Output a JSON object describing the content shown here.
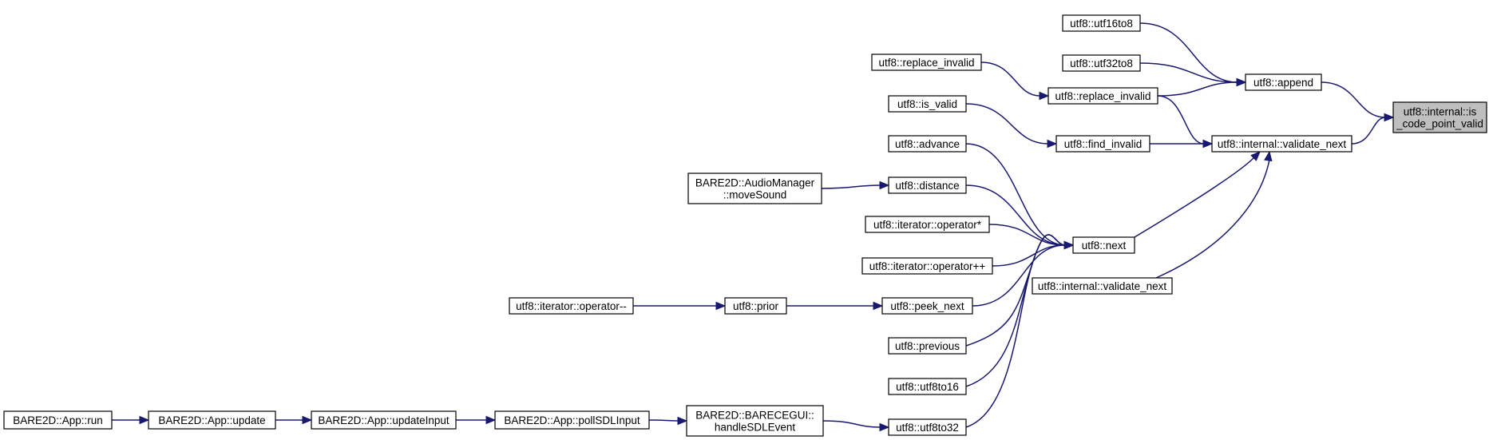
{
  "nodes": [
    {
      "id": "root",
      "lines": [
        "utf8::internal::is",
        "_code_point_valid"
      ],
      "root": true
    },
    {
      "id": "append",
      "lines": [
        "utf8::append"
      ]
    },
    {
      "id": "validate_next",
      "lines": [
        "utf8::internal::validate_next"
      ]
    },
    {
      "id": "utf16to8",
      "lines": [
        "utf8::utf16to8"
      ]
    },
    {
      "id": "utf32to8",
      "lines": [
        "utf8::utf32to8"
      ]
    },
    {
      "id": "replace_invalid_1",
      "lines": [
        "utf8::replace_invalid"
      ]
    },
    {
      "id": "replace_invalid_2",
      "lines": [
        "utf8::replace_invalid"
      ]
    },
    {
      "id": "find_invalid",
      "lines": [
        "utf8::find_invalid"
      ]
    },
    {
      "id": "is_valid",
      "lines": [
        "utf8::is_valid"
      ]
    },
    {
      "id": "next",
      "lines": [
        "utf8::next"
      ]
    },
    {
      "id": "validate_next_2",
      "lines": [
        "utf8::internal::validate_next"
      ]
    },
    {
      "id": "advance",
      "lines": [
        "utf8::advance"
      ]
    },
    {
      "id": "distance",
      "lines": [
        "utf8::distance"
      ]
    },
    {
      "id": "moveSound",
      "lines": [
        "BARE2D::AudioManager",
        "::moveSound"
      ]
    },
    {
      "id": "iter_deref",
      "lines": [
        "utf8::iterator::operator*"
      ]
    },
    {
      "id": "iter_inc",
      "lines": [
        "utf8::iterator::operator++"
      ]
    },
    {
      "id": "peek_next",
      "lines": [
        "utf8::peek_next"
      ]
    },
    {
      "id": "prior",
      "lines": [
        "utf8::prior"
      ]
    },
    {
      "id": "iter_dec",
      "lines": [
        "utf8::iterator::operator--"
      ]
    },
    {
      "id": "previous",
      "lines": [
        "utf8::previous"
      ]
    },
    {
      "id": "utf8to16",
      "lines": [
        "utf8::utf8to16"
      ]
    },
    {
      "id": "utf8to32",
      "lines": [
        "utf8::utf8to32"
      ]
    },
    {
      "id": "handleSDLEvent",
      "lines": [
        "BARE2D::BARECEGUI::",
        "handleSDLEvent"
      ]
    },
    {
      "id": "pollSDLInput",
      "lines": [
        "BARE2D::App::pollSDLInput"
      ]
    },
    {
      "id": "updateInput",
      "lines": [
        "BARE2D::App::updateInput"
      ]
    },
    {
      "id": "update",
      "lines": [
        "BARE2D::App::update"
      ]
    },
    {
      "id": "run",
      "lines": [
        "BARE2D::App::run"
      ]
    }
  ],
  "edges": [
    [
      "append",
      "root"
    ],
    [
      "validate_next",
      "root"
    ],
    [
      "utf16to8",
      "append"
    ],
    [
      "utf32to8",
      "append"
    ],
    [
      "replace_invalid_1",
      "append"
    ],
    [
      "replace_invalid_2",
      "replace_invalid_1"
    ],
    [
      "replace_invalid_1",
      "validate_next"
    ],
    [
      "find_invalid",
      "validate_next"
    ],
    [
      "is_valid",
      "find_invalid"
    ],
    [
      "next",
      "validate_next"
    ],
    [
      "validate_next_2",
      "validate_next"
    ],
    [
      "advance",
      "next"
    ],
    [
      "distance",
      "next"
    ],
    [
      "moveSound",
      "distance"
    ],
    [
      "iter_deref",
      "next"
    ],
    [
      "iter_inc",
      "next"
    ],
    [
      "peek_next",
      "next"
    ],
    [
      "prior",
      "peek_next"
    ],
    [
      "iter_dec",
      "prior"
    ],
    [
      "previous",
      "next"
    ],
    [
      "utf8to16",
      "next"
    ],
    [
      "utf8to32",
      "next"
    ],
    [
      "handleSDLEvent",
      "utf8to32"
    ],
    [
      "pollSDLInput",
      "handleSDLEvent"
    ],
    [
      "updateInput",
      "pollSDLInput"
    ],
    [
      "update",
      "updateInput"
    ],
    [
      "run",
      "update"
    ]
  ]
}
